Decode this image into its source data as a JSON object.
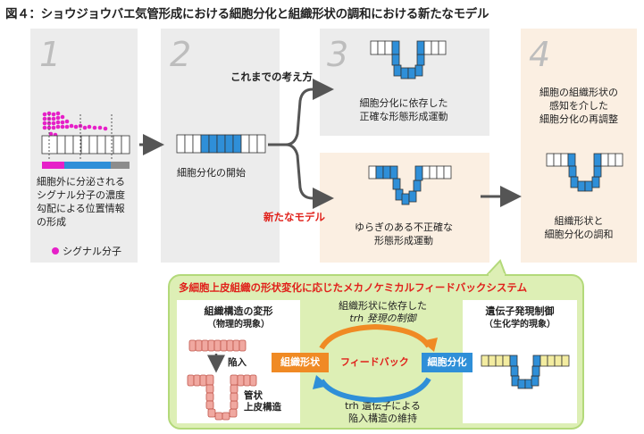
{
  "title": "図４：ショウジョウバエ気管形成における細胞分化と組織形状の調和における新たなモデル",
  "steps": {
    "s1": {
      "num": "1",
      "desc": [
        "細胞外に分泌される",
        "シグナル分子の濃度",
        "勾配による位置情報",
        "の形成"
      ],
      "legend": "シグナル分子"
    },
    "s2": {
      "num": "2",
      "desc": "細胞分化の開始"
    },
    "s3": {
      "num": "3",
      "branch_label": "これまでの考え方",
      "desc": [
        "細胞分化に依存した",
        "正確な形態形成運動"
      ]
    },
    "s3b": {
      "branch_label": "新たなモデル",
      "desc": [
        "ゆらぎのある不正確な",
        "形態形成運動"
      ]
    },
    "s4": {
      "num": "4",
      "desc_top": [
        "細胞の組織形状の",
        "感知を介した",
        "細胞分化の再調整"
      ],
      "desc_bottom": [
        "組織形状と",
        "細胞分化の調和"
      ]
    }
  },
  "mechano": {
    "heading": "多細胞上皮組織の形状変化に応じたメカノケミカルフィードバックシステム",
    "left_title": "組織構造の変形",
    "left_subtitle": "（物理的現象）",
    "invagination": "陥入",
    "tube_label": [
      "管状",
      "上皮構造"
    ],
    "right_title": "遺伝子発現制御",
    "right_subtitle": "（生化学的現象）",
    "top_arrow_text": [
      "組織形状に依存した",
      "trh 発現の制御"
    ],
    "bottom_arrow_text": [
      "trh 遺伝子による",
      "陥入構造の維持"
    ],
    "badge_left": "組織形状",
    "badge_center": "フィードバック",
    "badge_right": "細胞分化"
  },
  "colors": {
    "blue": "#2f8fd8",
    "orange": "#f08a24",
    "red": "#e0211b",
    "magenta": "#e620c8",
    "grey": "#8c8c8c",
    "green_bg": "#ddefb5",
    "pink_cell": "#f0a8a0",
    "yellow_cell": "#f3eca0"
  }
}
